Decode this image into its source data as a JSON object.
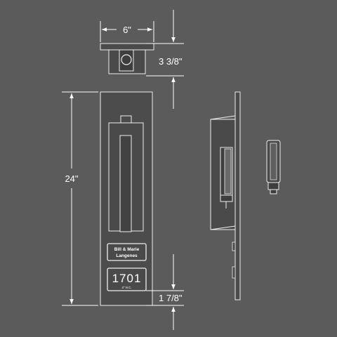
{
  "dimensions": {
    "width_label": "6\"",
    "depth_label": "3 3/8\"",
    "height_label": "24\"",
    "offset_label": "1 7/8\""
  },
  "nameplate": {
    "line1": "Bill & Marie",
    "line2": "Langenes"
  },
  "address_plate": {
    "number": "1701",
    "subtext": "4\" N.C."
  },
  "colors": {
    "background": "#5b5b5b",
    "line": "#ffffff",
    "metal": "#4a4a4a",
    "plate": "#e8e8e8"
  }
}
